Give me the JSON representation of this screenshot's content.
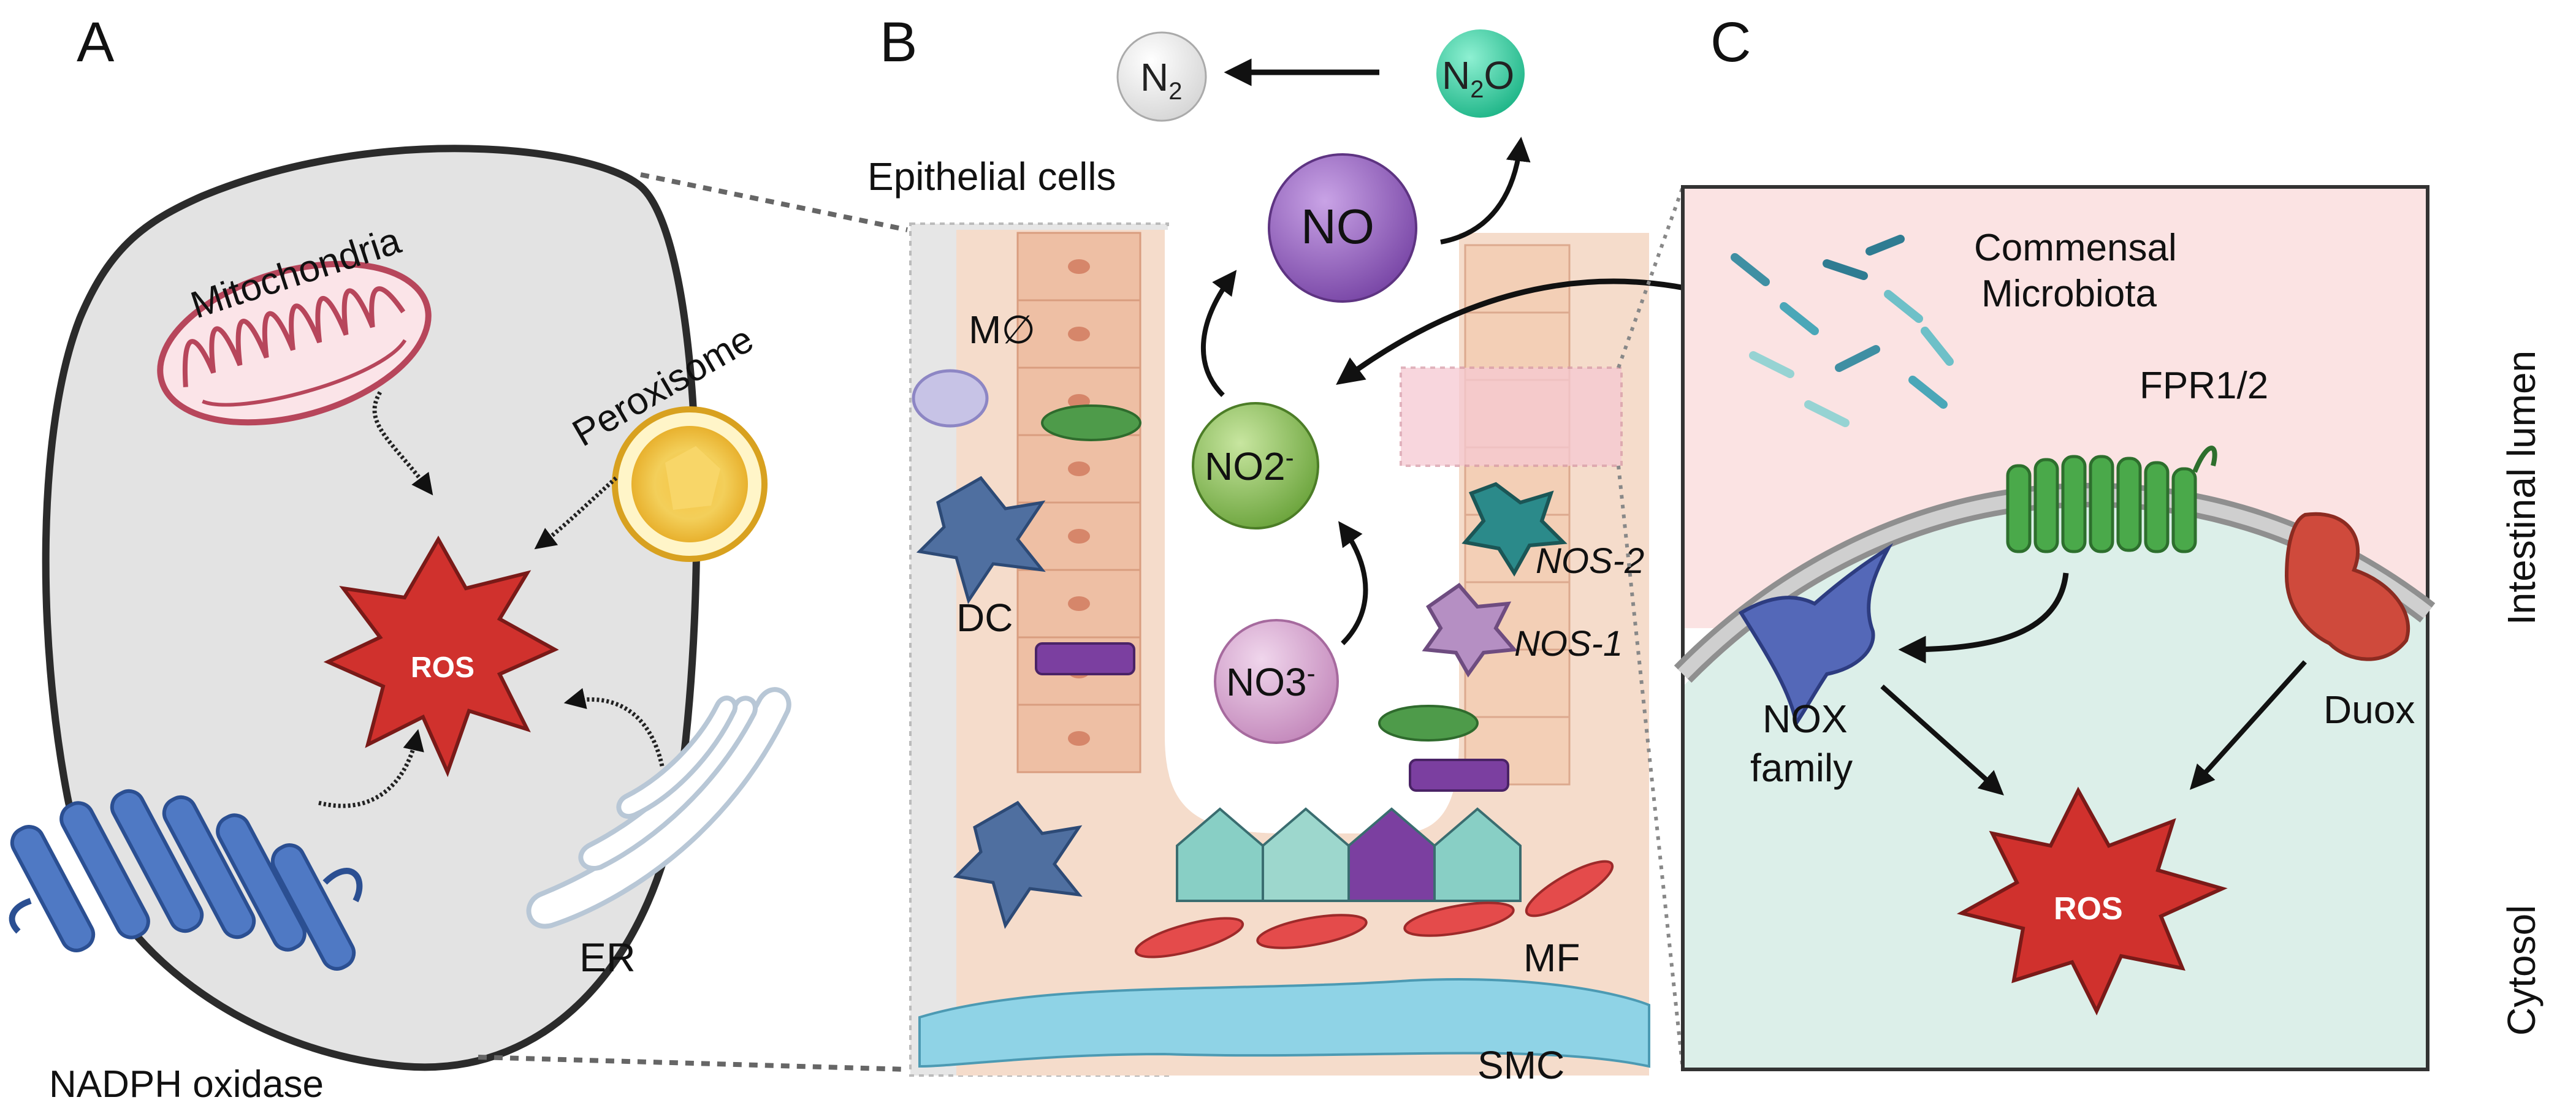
{
  "panels": {
    "a": {
      "letter": "A",
      "mitochondria": "Mitochondria",
      "peroxisome": "Peroxisome",
      "ros": "ROS",
      "er": "ER",
      "nadph": "NADPH oxidase"
    },
    "b": {
      "letter": "B",
      "epithelial": "Epithelial cells",
      "macrophage": "M∅",
      "dc": "DC",
      "mf": "MF",
      "smc": "SMC",
      "n2": "N",
      "n2_sub": "2",
      "n2o_n": "N",
      "n2o_sub": "2",
      "n2o_o": "O",
      "no": "NO",
      "no2": "NO2",
      "no2_sup": "-",
      "no3": "NO3",
      "no3_sup": "-",
      "nos2": "NOS-2",
      "nos1": "NOS-1"
    },
    "c": {
      "letter": "C",
      "microbiota_line1": "Commensal",
      "microbiota_line2": "Microbiota",
      "fpr": "FPR1/2",
      "nox_line1": "NOX",
      "nox_line2": "family",
      "duox": "Duox",
      "ros": "ROS",
      "lumen": "Intestinal lumen",
      "cytosol": "Cytosol"
    }
  },
  "colors": {
    "cell_fill": "#e3e3e3",
    "mito": "#c04a5e",
    "ros": "#d0312d",
    "nadph_blue": "#4f79c4",
    "no_purple": "#9363be",
    "no2_green": "#86c05a",
    "no3_pink": "#d9a6d2",
    "n2o_teal": "#3fd0a6",
    "lumen_pink": "#fbe3e3",
    "cytosol_teal": "#dcefe9",
    "fpr_green": "#3f9f3f",
    "duox_red": "#cf4a3c"
  }
}
